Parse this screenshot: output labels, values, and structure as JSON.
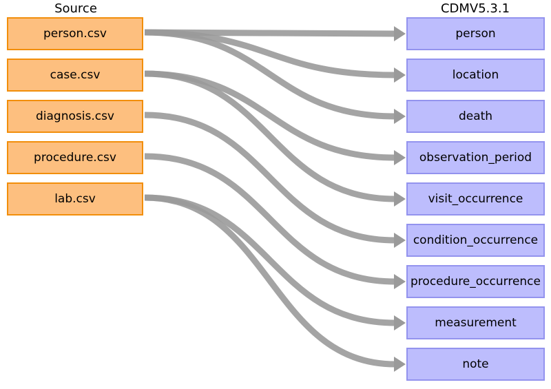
{
  "source_title": "Source",
  "target_title": "CDMV5.3.1",
  "sources": [
    "person.csv",
    "case.csv",
    "diagnosis.csv",
    "procedure.csv",
    "lab.csv"
  ],
  "targets": [
    "person",
    "location",
    "death",
    "observation_period",
    "visit_occurrence",
    "condition_occurrence",
    "procedure_occurrence",
    "measurement",
    "note"
  ],
  "links": [
    {
      "from": "person.csv",
      "to": "person"
    },
    {
      "from": "person.csv",
      "to": "location"
    },
    {
      "from": "person.csv",
      "to": "death"
    },
    {
      "from": "case.csv",
      "to": "observation_period"
    },
    {
      "from": "case.csv",
      "to": "visit_occurrence"
    },
    {
      "from": "diagnosis.csv",
      "to": "condition_occurrence"
    },
    {
      "from": "procedure.csv",
      "to": "procedure_occurrence"
    },
    {
      "from": "lab.csv",
      "to": "measurement"
    },
    {
      "from": "lab.csv",
      "to": "note"
    }
  ],
  "colors": {
    "source_fill": "#fdbf7f",
    "source_border": "#f28e0a",
    "target_fill": "#bdbdfd",
    "target_border": "#9393ee",
    "flow": "#9a9a9a"
  }
}
